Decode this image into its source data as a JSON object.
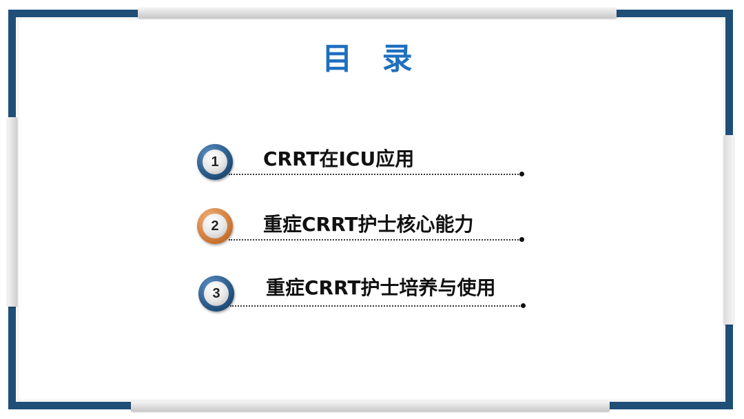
{
  "slide": {
    "title": "目 录",
    "colors": {
      "frame": "#1f4e79",
      "title": "#1f6fbf",
      "badge_blue": "#1f4e79",
      "badge_orange": "#c9722d"
    },
    "items": [
      {
        "number": "1",
        "label": "CRRT在ICU应用",
        "badge_color": "blue"
      },
      {
        "number": "2",
        "label": "重症CRRT护士核心能力",
        "badge_color": "orange"
      },
      {
        "number": "3",
        "label": "重症CRRT护士培养与使用",
        "badge_color": "blue"
      }
    ]
  }
}
